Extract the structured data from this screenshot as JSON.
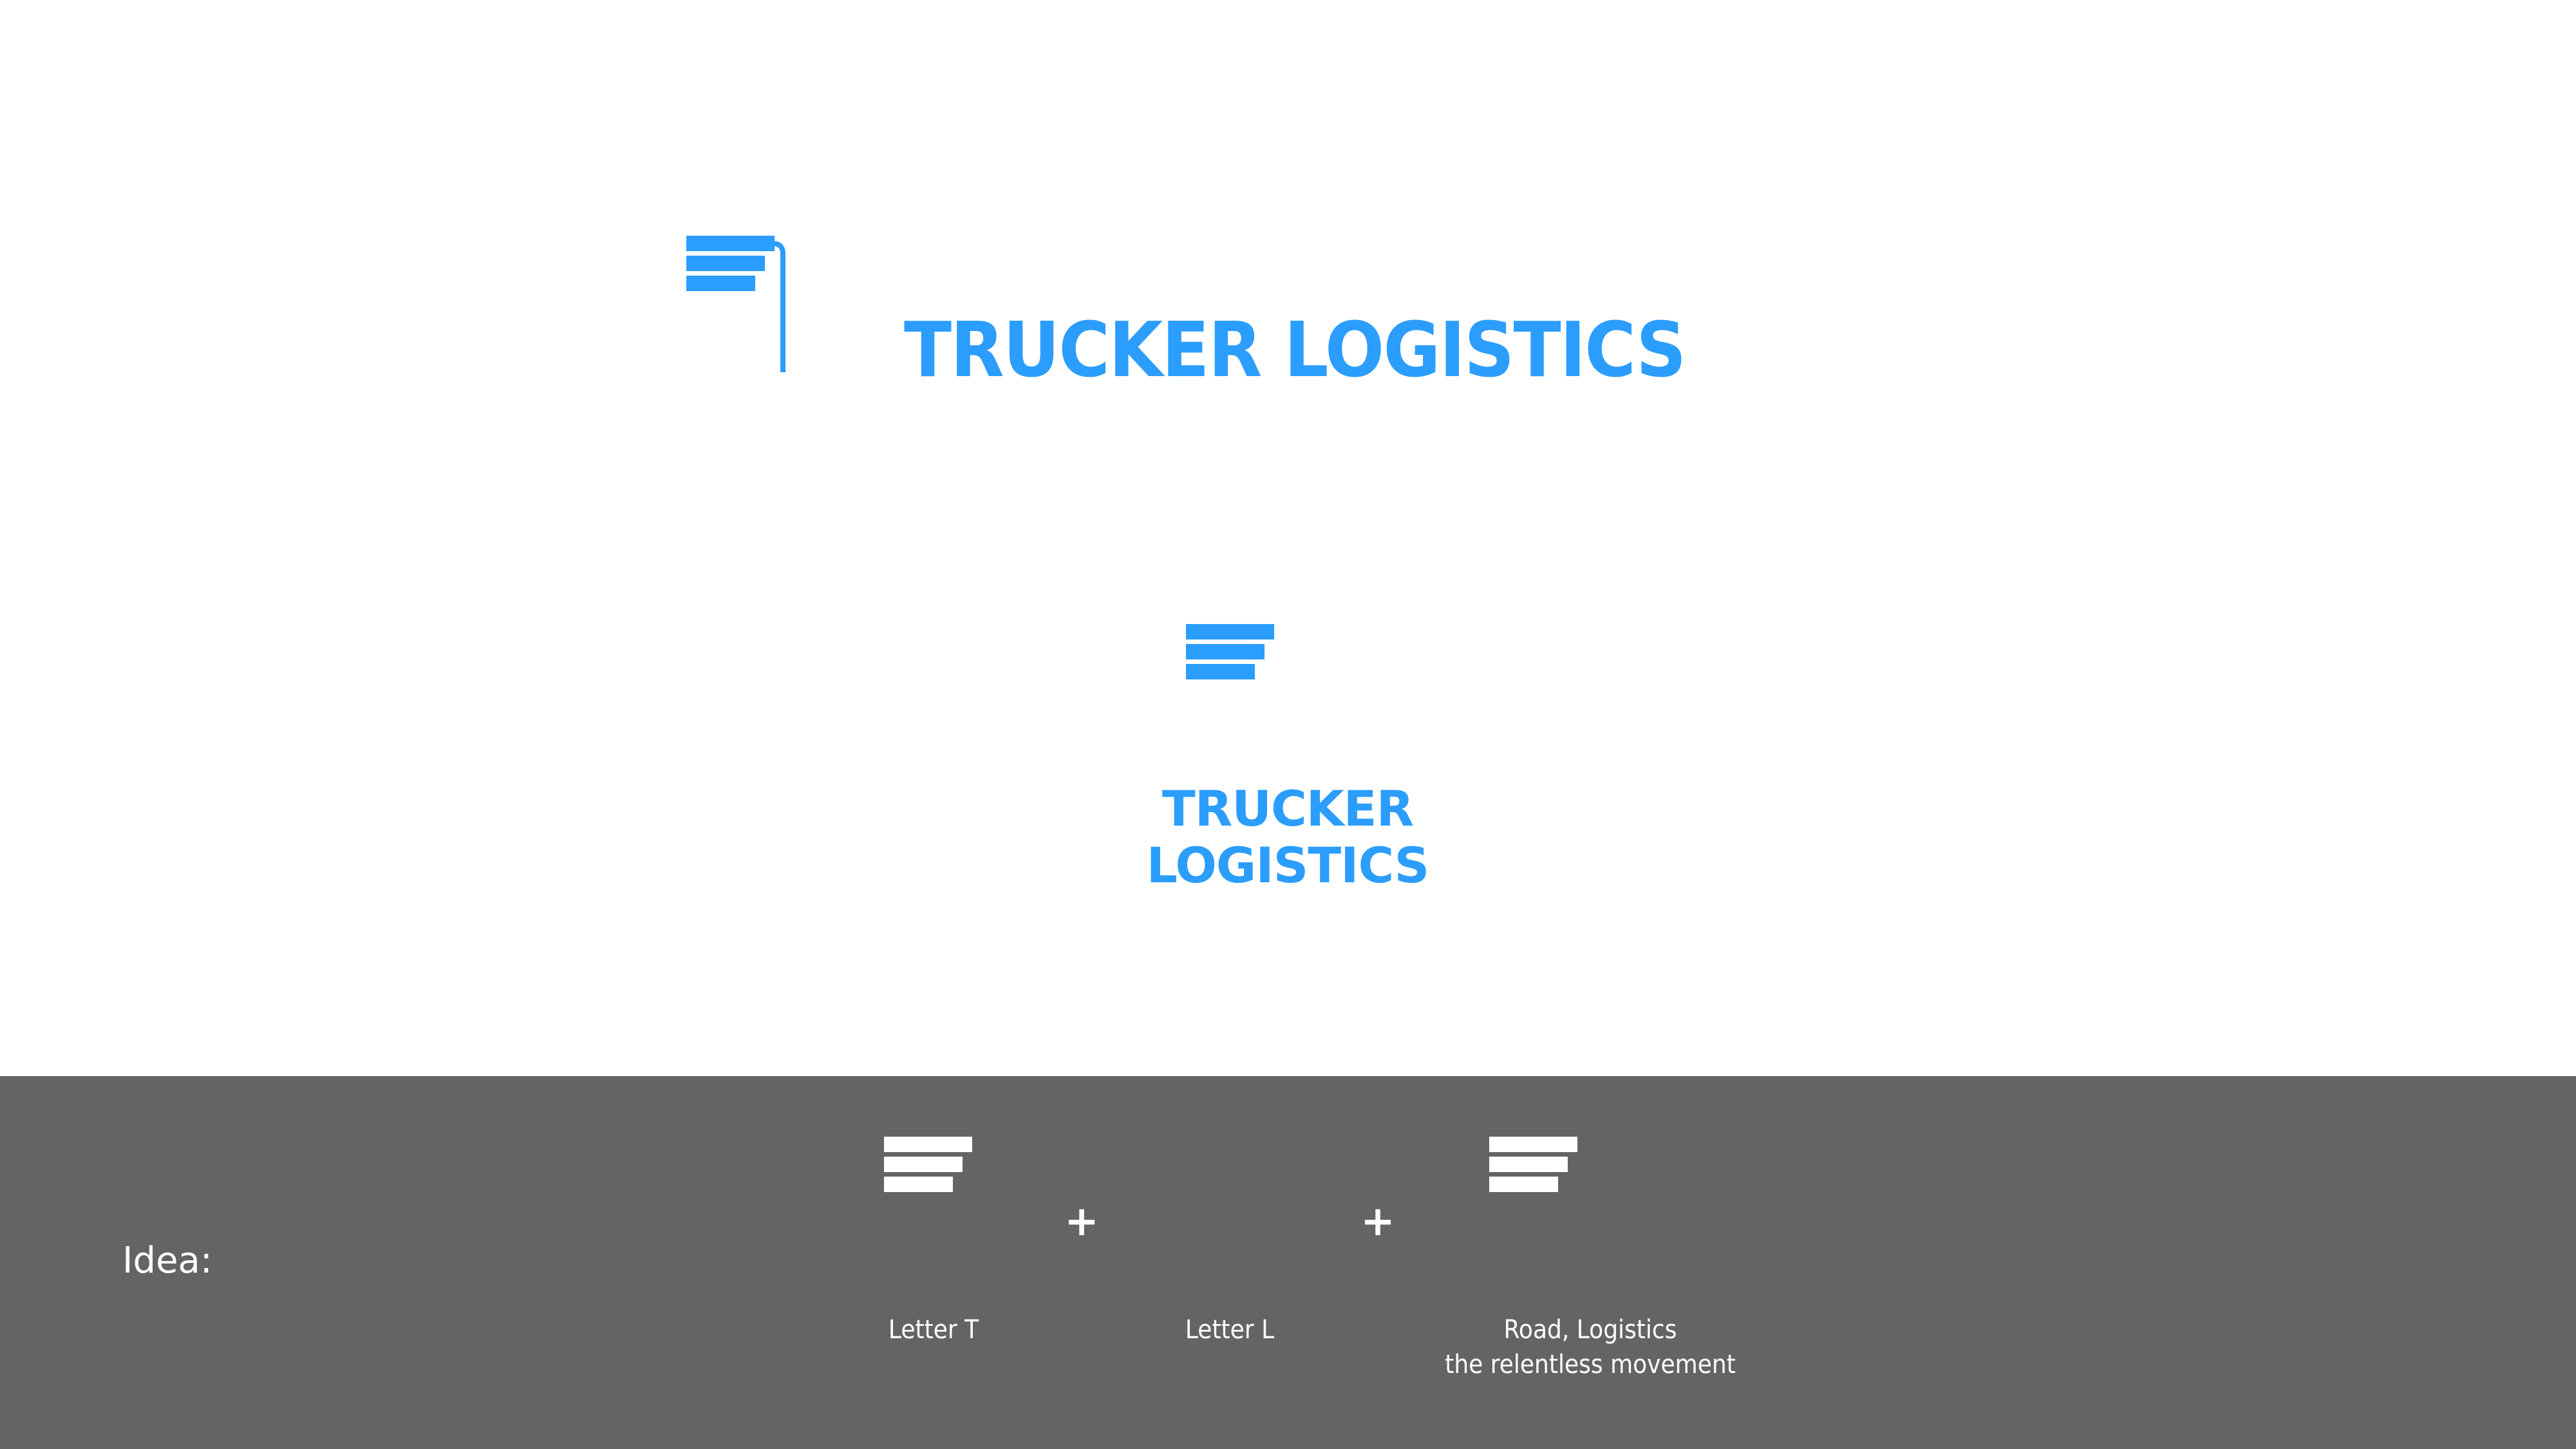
{
  "brand": {
    "name_line1": "TRUCKER",
    "name_line2": "LOGISTICS",
    "name_full": "TRUCKER LOGISTICS",
    "primary_color": "#2b9dfd",
    "band_color": "#646464",
    "band_text_color": "#ffffff"
  },
  "idea_section": {
    "label": "Idea:",
    "operators": [
      "+",
      "+"
    ],
    "items": [
      {
        "caption_line1": "Letter T",
        "caption_line2": ""
      },
      {
        "caption_line1": "Letter L",
        "caption_line2": ""
      },
      {
        "caption_line1": "Road, Logistics",
        "caption_line2": "the relentless movement"
      }
    ]
  }
}
